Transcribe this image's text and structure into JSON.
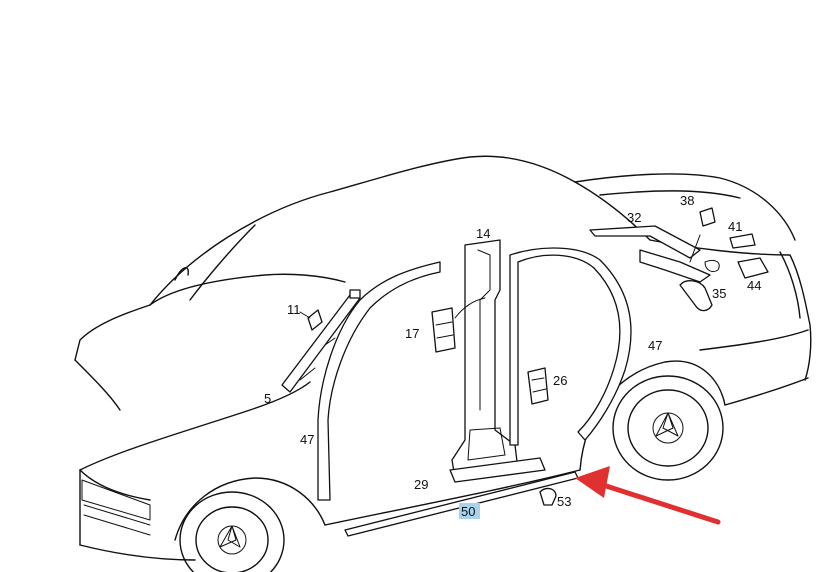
{
  "callouts": {
    "c5": "5",
    "c11": "11",
    "c14": "14",
    "c17": "17",
    "c26": "26",
    "c29": "29",
    "c32": "32",
    "c35": "35",
    "c38": "38",
    "c41": "41",
    "c44": "44",
    "c47a": "47",
    "c47b": "47",
    "c50": "50",
    "c53": "53"
  },
  "highlight": {
    "part": "50",
    "color": "#a9d3ec"
  },
  "arrow": {
    "color": "#e03030",
    "points_to": "50"
  }
}
